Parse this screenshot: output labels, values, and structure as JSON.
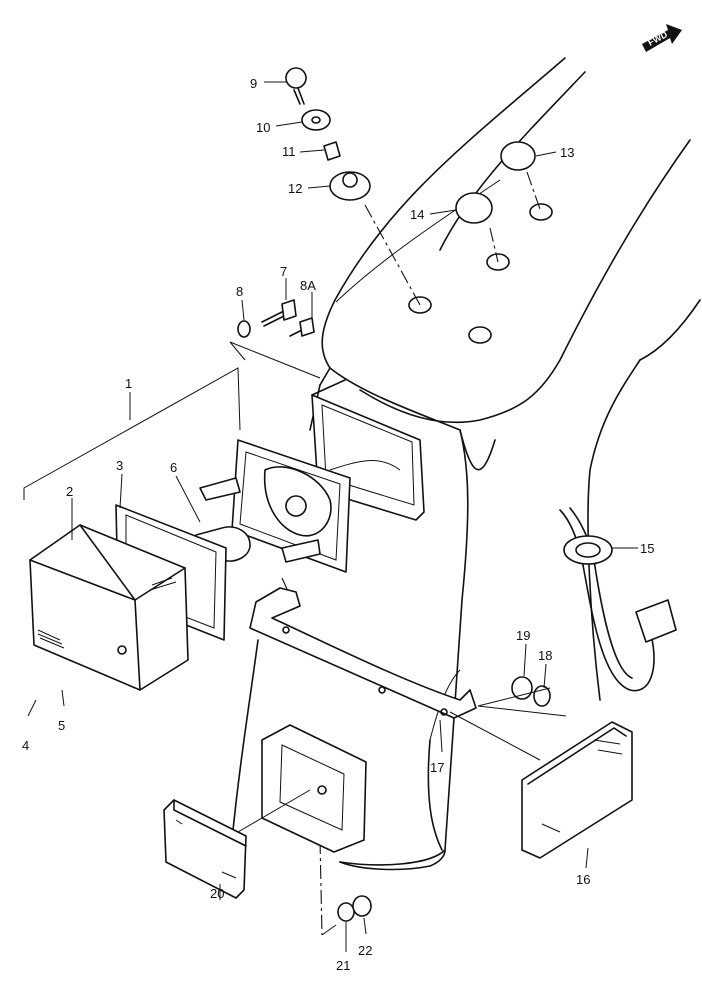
{
  "diagram": {
    "direction_badge": "FWD",
    "callouts": {
      "c1": "1",
      "c2": "2",
      "c3": "3",
      "c4": "4",
      "c5": "5",
      "c6": "6",
      "c7": "7",
      "c8": "8",
      "c8a": "8A",
      "c9": "9",
      "c10": "10",
      "c11": "11",
      "c12": "12",
      "c13": "13",
      "c14": "14",
      "c15": "15",
      "c16": "16",
      "c17": "17",
      "c18": "18",
      "c19": "19",
      "c20": "20",
      "c21": "21",
      "c22": "22"
    }
  }
}
